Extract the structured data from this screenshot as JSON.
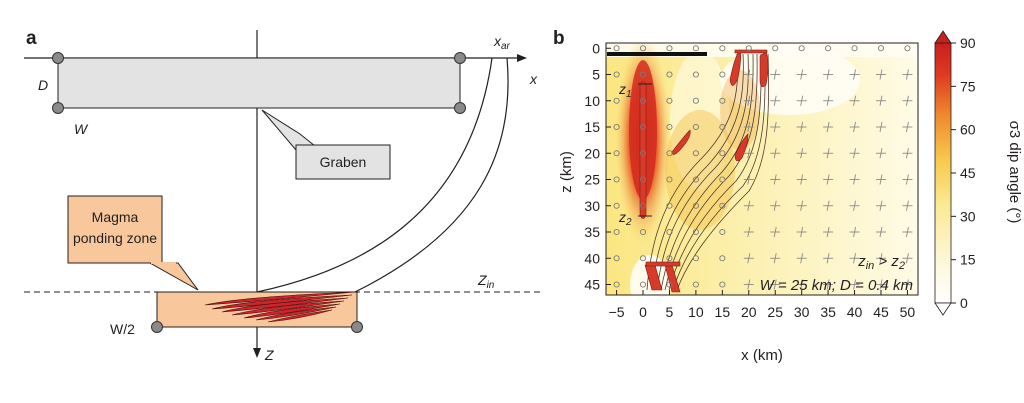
{
  "panel_a": {
    "label": "a",
    "D": "D",
    "W": "W",
    "x_ar": "x",
    "x_ar_sub": "ar",
    "x_axis": "x",
    "graben": "Graben",
    "magma_line1": "Magma",
    "magma_line2": "ponding zone",
    "z_in": "Z",
    "z_in_sub": "in",
    "half_width": "W/2",
    "z_axis": "Z"
  },
  "panel_b": {
    "label": "b",
    "z1": "z",
    "z1_sub": "1",
    "z2": "z",
    "z2_sub": "2",
    "cond_z": "z",
    "cond_sub": "in",
    "cond_rest": " > z",
    "cond_sub2": "2",
    "params": "W = 25 km; D = 0.4 km"
  },
  "chart_data": {
    "type": "heatmap",
    "xlabel": "x (km)",
    "ylabel": "z (km)",
    "x_ticks": [
      "−5",
      "0",
      "5",
      "10",
      "15",
      "20",
      "25",
      "30",
      "35",
      "40",
      "45",
      "50"
    ],
    "y_ticks": [
      "0",
      "5",
      "10",
      "15",
      "20",
      "25",
      "30",
      "35",
      "40",
      "45"
    ],
    "xlim": [
      -7,
      52
    ],
    "ylim": [
      47,
      -1
    ],
    "colorbar_label": "σ3 dip angle (°)",
    "colorbar_ticks": [
      "0",
      "15",
      "30",
      "45",
      "60",
      "75",
      "90"
    ],
    "colorbar_range": [
      0,
      90
    ]
  }
}
